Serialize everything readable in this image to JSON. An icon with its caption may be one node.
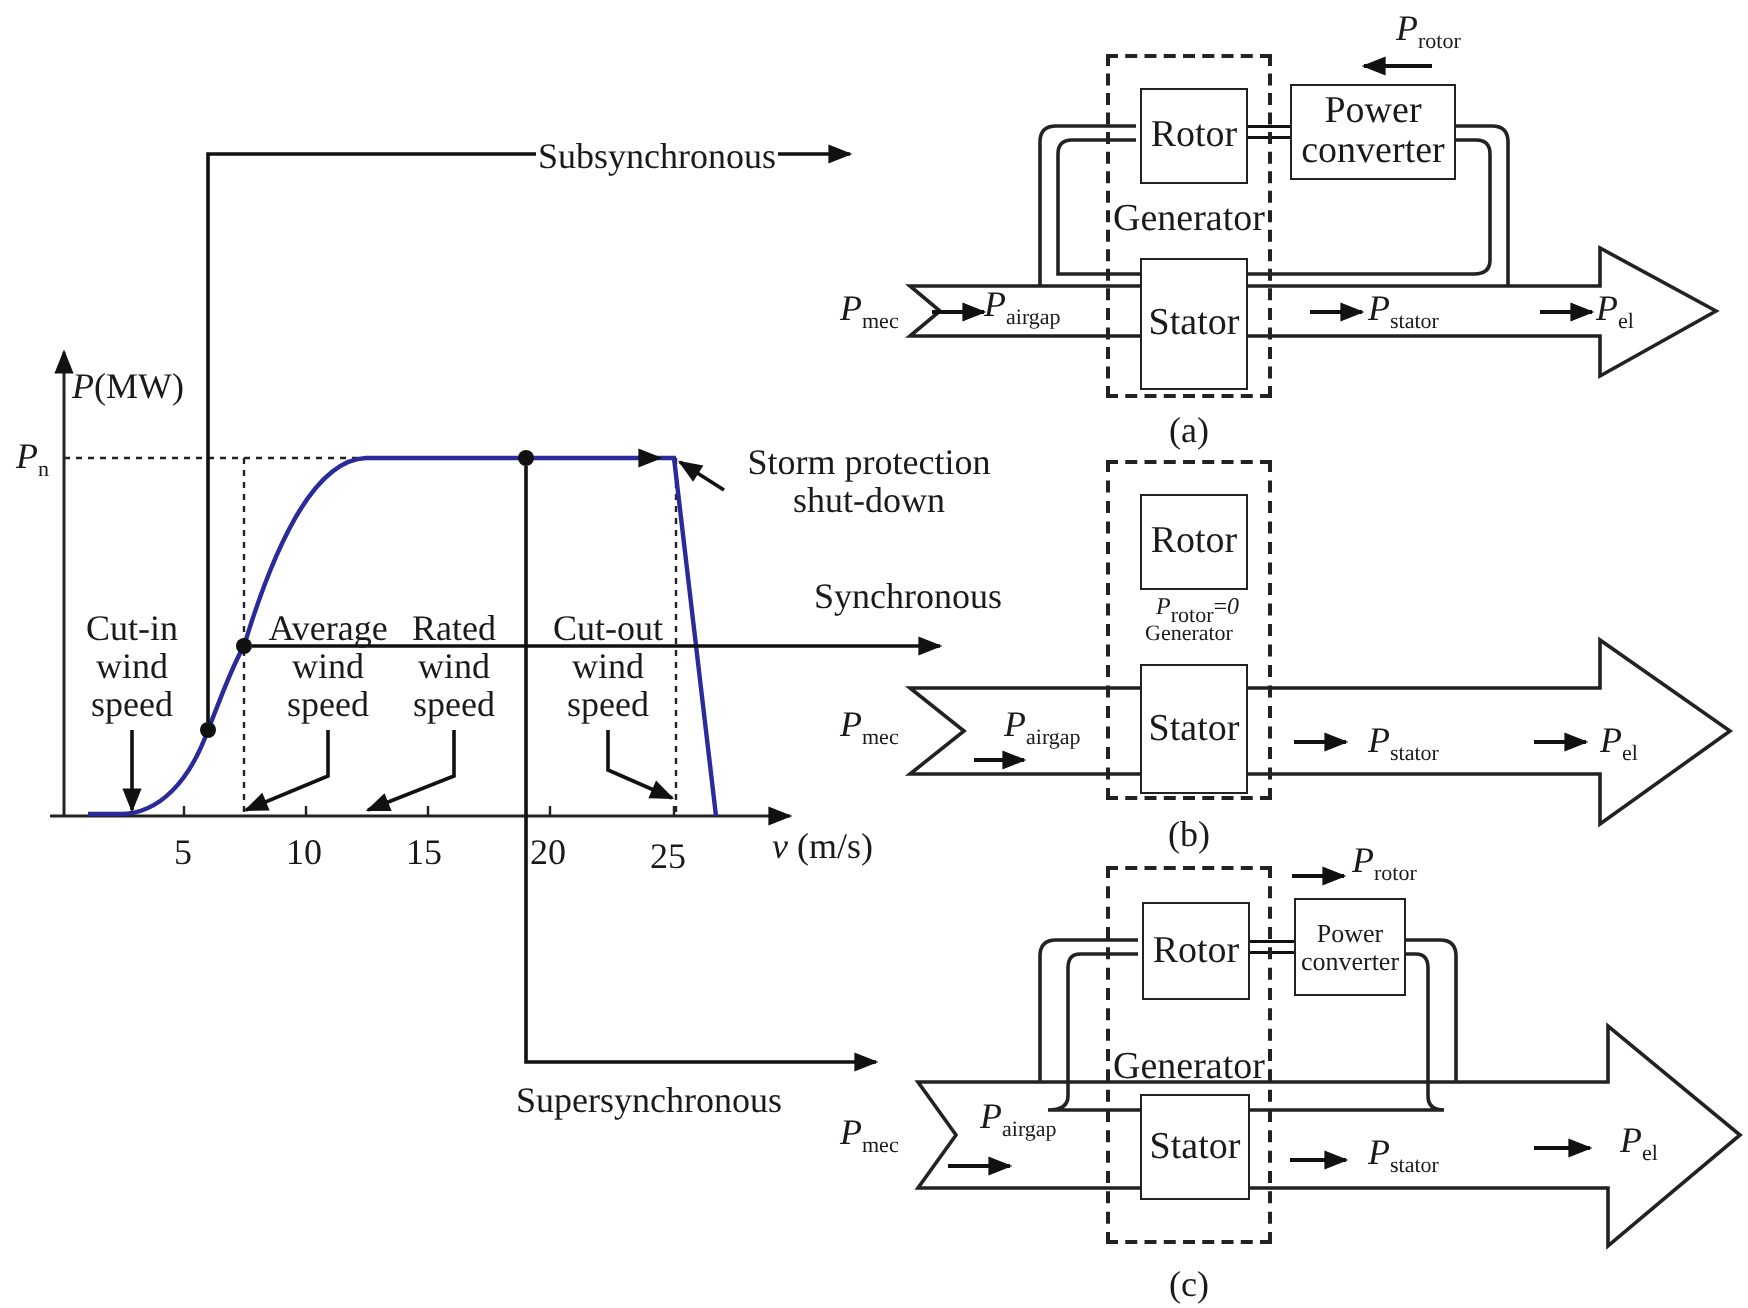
{
  "diagram": {
    "nodes": [
      {
        "text": [],
        "shape": "circle"
      },
      {
        "text": [],
        "shape": "circle"
      },
      {
        "text": [],
        "shape": "circle"
      },
      {
        "text": [
          "Generator"
        ],
        "beside": [
          "(a)"
        ]
      },
      {
        "text": [
          "Rotor"
        ],
        "in": 3
      },
      {
        "text": [
          "Stator"
        ],
        "in": 3
      },
      {
        "text": [
          "Power converter"
        ]
      },
      {
        "text": [
          "Generator"
        ],
        "beside": [
          "(b)"
        ]
      },
      {
        "text": [
          "Rotor"
        ],
        "in": 7
      },
      {
        "text": [
          "Stator"
        ],
        "in": 7
      },
      {
        "text": [
          "Generator"
        ],
        "beside": [
          "(c)"
        ]
      },
      {
        "text": [
          "Rotor"
        ],
        "in": 10
      },
      {
        "text": [
          "Stator"
        ],
        "in": 10
      },
      {
        "text": [
          "Power converter"
        ]
      },
      {
        "text": [
          "Cut-in wind speed"
        ]
      },
      {
        "text": [
          "Average wind speed"
        ]
      },
      {
        "text": [
          "Rated wind speed"
        ]
      },
      {
        "text": [
          "Cut-out wind speed"
        ]
      },
      {
        "text": [
          "Storm protection shut-down"
        ]
      }
    ],
    "edges": [
      {
        "from": 0,
        "to": null,
        "arrow": "to",
        "label": "Subsynchronous"
      },
      {
        "from": 1,
        "to": null,
        "arrow": "to",
        "label": "Synchronous"
      },
      {
        "from": 2,
        "to": null,
        "arrow": "to",
        "label": "Supersynchronous"
      },
      {
        "from": 14,
        "to": null,
        "arrow": "to"
      },
      {
        "from": 15,
        "to": null,
        "arrow": "to"
      },
      {
        "from": 16,
        "to": null,
        "arrow": "to"
      },
      {
        "from": 17,
        "to": null,
        "arrow": "to"
      },
      {
        "from": 18,
        "to": null,
        "arrow": "to"
      },
      {
        "from": 4,
        "to": 6,
        "arrow": "none",
        "style": "thick"
      },
      {
        "from": 11,
        "to": 13,
        "arrow": "none",
        "style": "thick"
      }
    ],
    "labels": [
      "*P*(MW)",
      "*P*$_{n}$",
      "5",
      "10",
      "15",
      "20",
      "25",
      "*v* (m/s)",
      "*P*$_{rotor}$",
      "*P*$_{mec}$",
      "*P*$_{airgap}$",
      "*P*$_{stator}$",
      "*P*$_{el}$",
      "*P*$_{rotor}$=*0*",
      "*P*$_{mec}$",
      "*P*$_{airgap}$",
      "*P*$_{stator}$",
      "*P*$_{el}$",
      "*P*$_{rotor}$",
      "*P*$_{mec}$",
      "*P*$_{airgap}$",
      "*P*$_{stator}$",
      "*P*$_{el}$"
    ]
  }
}
